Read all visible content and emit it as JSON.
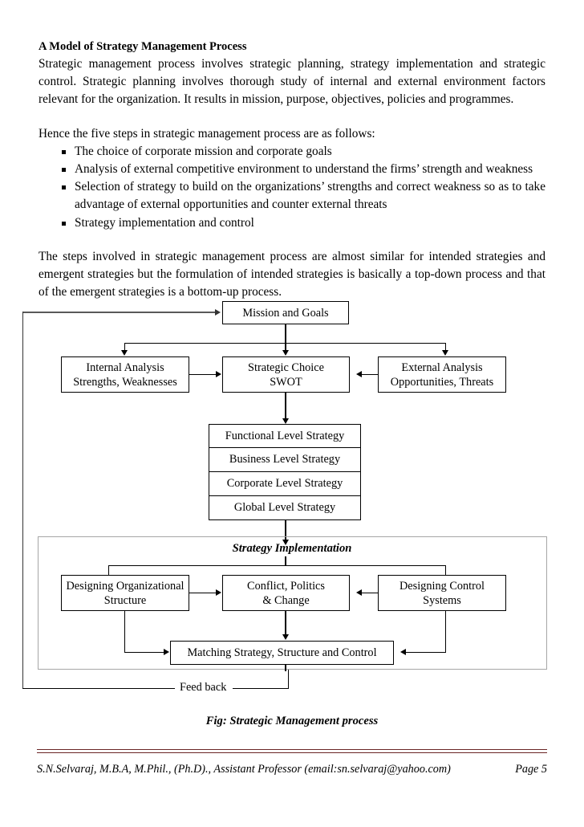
{
  "document": {
    "heading": "A Model of Strategy Management Process",
    "intro_paragraph": "Strategic management process involves strategic planning, strategy implementation and strategic control.  Strategic planning involves thorough study of internal and external environment factors relevant for the organization. It results in mission, purpose, objectives, policies and programmes.",
    "steps_lead": "Hence the five steps in strategic management process are as follows:",
    "steps": [
      "The choice of corporate mission and corporate goals",
      "Analysis of external competitive environment to understand the firms’ strength and weakness",
      "Selection of strategy to build on the organizations’ strengths and correct weakness so as to take advantage of external opportunities and counter external threats",
      "Strategy implementation and control"
    ],
    "closing_paragraph": "The steps involved in strategic management process are almost similar for intended strategies and emergent strategies but the formulation of intended strategies is basically a top-down process and that of the emergent strategies is a bottom-up process."
  },
  "diagram": {
    "caption": "Fig: Strategic Management process",
    "feedback_label": "Feed back",
    "implementation_title": "Strategy Implementation",
    "nodes": {
      "mission": "Mission and Goals",
      "internal_analysis": "Internal Analysis\nStrengths, Weaknesses",
      "internal_analysis_line1": "Internal Analysis",
      "internal_analysis_line2": "Strengths, Weaknesses",
      "strategic_choice_line1": "Strategic Choice",
      "strategic_choice_line2": "SWOT",
      "external_analysis_line1": "External Analysis",
      "external_analysis_line2": "Opportunities, Threats",
      "functional_level": "Functional Level Strategy",
      "business_level": "Business Level Strategy",
      "corporate_level": "Corporate Level Strategy",
      "global_level": "Global Level Strategy",
      "designing_structure_line1": "Designing Organizational",
      "designing_structure_line2": "Structure",
      "conflict_line1": "Conflict, Politics",
      "conflict_line2": "& Change",
      "designing_control_line1": "Designing Control",
      "designing_control_line2": "Systems",
      "matching": "Matching Strategy, Structure and Control"
    }
  },
  "footer": {
    "author_line": "S.N.Selvaraj, M.B.A, M.Phil., (Ph.D)., Assistant Professor (email:sn.selvaraj@yahoo.com)",
    "page_label": "Page 5",
    "rule_color": "#6b2626"
  }
}
